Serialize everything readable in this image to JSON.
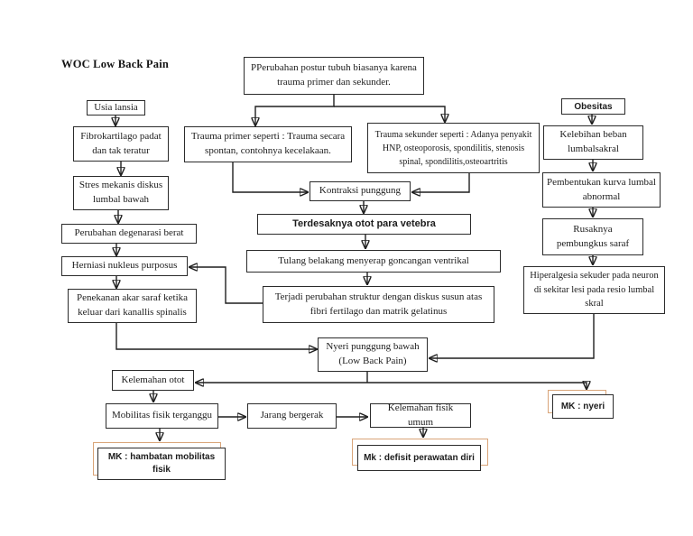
{
  "title": "WOC Low Back Pain",
  "colors": {
    "line": "#1f1f1f",
    "box_border": "#2b2b2b",
    "highlight_border": "#d9a478",
    "background": "#ffffff"
  },
  "nodes": {
    "usia": {
      "label": "Usia lansia"
    },
    "fibro": {
      "label": "Fibrokartilago padat dan tak teratur"
    },
    "stres": {
      "label": "Stres mekanis diskus lumbal bawah"
    },
    "degenerasi": {
      "label": "Perubahan degenarasi berat"
    },
    "herniasi": {
      "label": "Herniasi nukleus purposus"
    },
    "penekanan": {
      "label": "Penekanan akar saraf ketika keluar dari kanallis spinalis"
    },
    "postur": {
      "label": "PPerubahan postur tubuh biasanya karena trauma primer dan sekunder."
    },
    "trauma_primer": {
      "label": "Trauma primer seperti : Trauma secara spontan, contohnya kecelakaan."
    },
    "trauma_sekunder": {
      "label": "Trauma sekunder seperti : Adanya penyakit HNP, osteoporosis, spondilitis, stenosis spinal, spondilitis,osteoartritis"
    },
    "kontraksi": {
      "label": "Kontraksi punggung"
    },
    "terdesak": {
      "label": "Terdesaknya otot para vetebra"
    },
    "tulang": {
      "label": "Tulang belakang menyerap goncangan ventrikal"
    },
    "terjadi": {
      "label": "Terjadi perubahan struktur dengan diskus susun atas fibri fertilago dan matrik gelatinus"
    },
    "obesitas": {
      "label": "Obesitas"
    },
    "kelebihan": {
      "label": "Kelebihan beban lumbalsakral"
    },
    "pembentukan": {
      "label": "Pembentukan kurva lumbal abnormal"
    },
    "rusak": {
      "label": "Rusaknya pembungkus saraf"
    },
    "hiperalgesia": {
      "label": "Hiperalgesia sekuder pada neuron di sekitar lesi pada resio lumbal skral"
    },
    "nyeri": {
      "label": "Nyeri punggung bawah (Low Back Pain)"
    },
    "kelemahan_otot": {
      "label": "Kelemahan otot"
    },
    "mobilitas": {
      "label": "Mobilitas fisik terganggu"
    },
    "jarang": {
      "label": "Jarang bergerak"
    },
    "kelemahan_fisik": {
      "label": "Kelemahan fisik umum"
    },
    "mk_nyeri": {
      "label": "MK : nyeri"
    },
    "mk_hambatan": {
      "label": "MK : hambatan mobilitas fisik"
    },
    "mk_defisit": {
      "label": "Mk : defisit perawatan diri"
    }
  }
}
